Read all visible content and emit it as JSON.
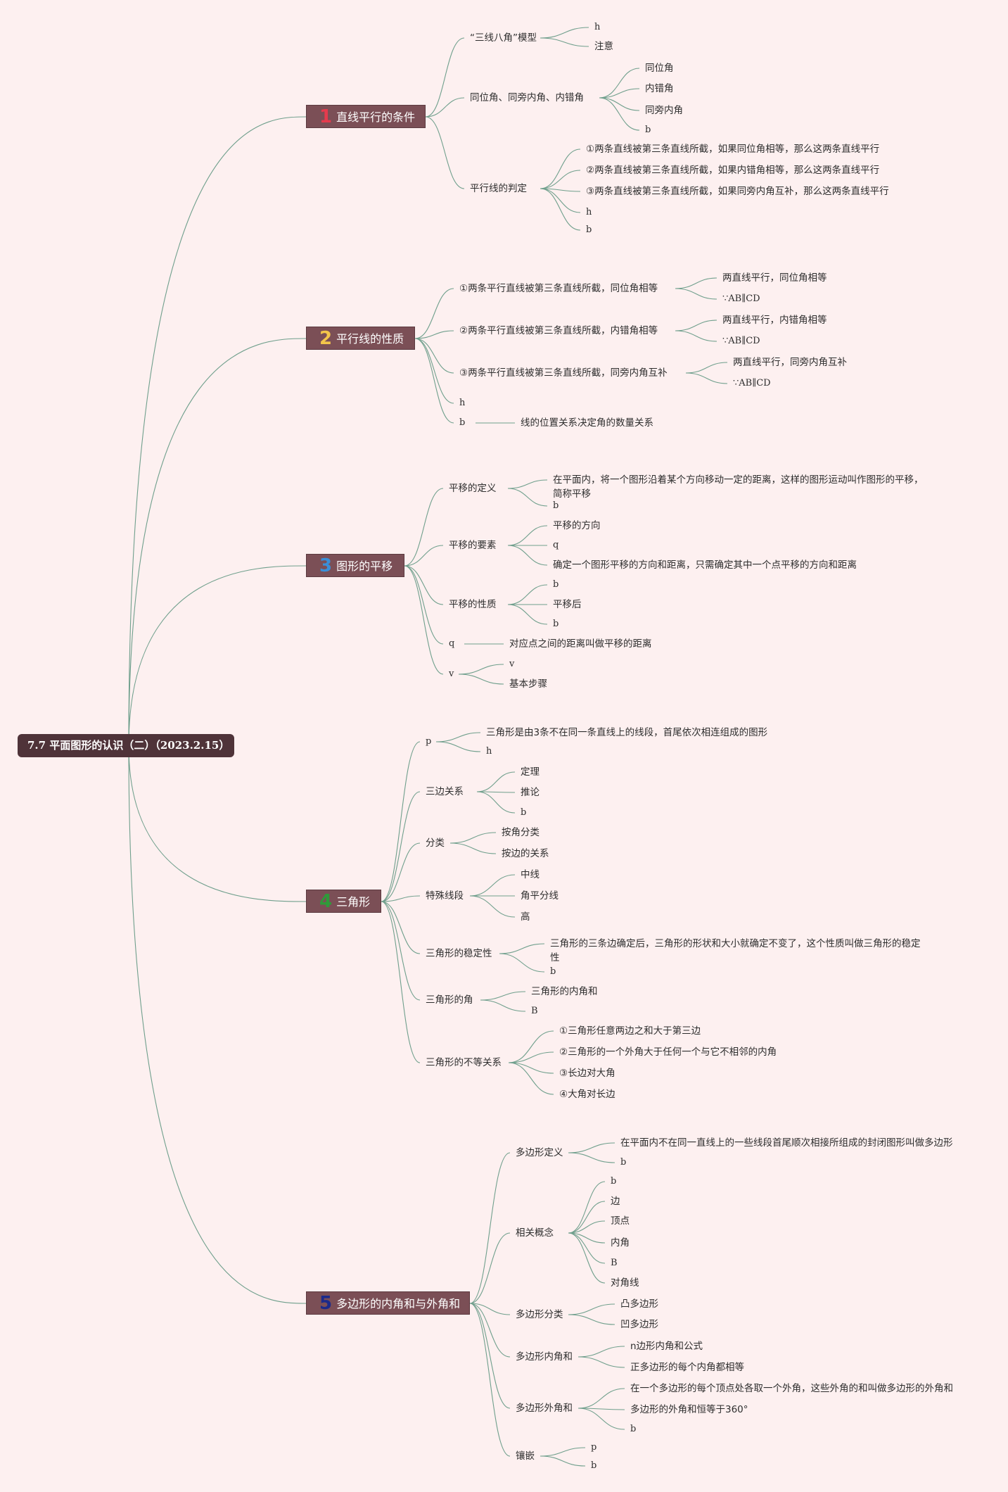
{
  "root": "7.7 平面图形的认识（二）（2023.2.15）",
  "colors": {
    "background": "#fdf0f0",
    "root": "#4f3339",
    "topic": "#7b4f56",
    "line": "#6f9f8c",
    "num1": "#e53b4d",
    "num2": "#f3c54a",
    "num3": "#3a8fd8",
    "num4": "#2f9a3a",
    "num5": "#1c2a8a"
  },
  "topics": [
    {
      "num": "1",
      "title": "直线平行的条件",
      "children": [
        {
          "text": "“三线八角”模型",
          "children": [
            "h",
            "注意"
          ]
        },
        {
          "text": "同位角、同旁内角、内错角",
          "children": [
            "同位角",
            "内错角",
            "同旁内角",
            "b"
          ]
        },
        {
          "text": "平行线的判定",
          "children": [
            "①两条直线被第三条直线所截，如果同位角相等，那么这两条直线平行",
            "②两条直线被第三条直线所截，如果内错角相等，那么这两条直线平行",
            "③两条直线被第三条直线所截，如果同旁内角互补，那么这两条直线平行",
            "h",
            "b"
          ]
        }
      ]
    },
    {
      "num": "2",
      "title": "平行线的性质",
      "children": [
        {
          "text": "①两条平行直线被第三条直线所截，同位角相等",
          "children": [
            "两直线平行，同位角相等",
            "∵AB∥CD"
          ]
        },
        {
          "text": "②两条平行直线被第三条直线所截，内错角相等",
          "children": [
            "两直线平行，内错角相等",
            "∵AB∥CD"
          ]
        },
        {
          "text": "③两条平行直线被第三条直线所截，同旁内角互补",
          "children": [
            "两直线平行，同旁内角互补",
            "∵AB∥CD"
          ]
        },
        {
          "text": "h",
          "children": []
        },
        {
          "text": "b",
          "children": [
            "线的位置关系决定角的数量关系"
          ]
        }
      ]
    },
    {
      "num": "3",
      "title": "图形的平移",
      "children": [
        {
          "text": "平移的定义",
          "children": [
            "在平面内，将一个图形沿着某个方向移动一定的距离，这样的图形运动叫作图形的平移，简称平移",
            "b"
          ]
        },
        {
          "text": "平移的要素",
          "children": [
            "平移的方向",
            "q",
            "确定一个图形平移的方向和距离，只需确定其中一个点平移的方向和距离"
          ]
        },
        {
          "text": "平移的性质",
          "children": [
            "b",
            "平移后",
            "b"
          ]
        },
        {
          "text": "q",
          "children": [
            "对应点之间的距离叫做平移的距离"
          ]
        },
        {
          "text": "v",
          "children": [
            "v",
            "基本步骤"
          ]
        }
      ]
    },
    {
      "num": "4",
      "title": "三角形",
      "children": [
        {
          "text": "p",
          "children": [
            "三角形是由3条不在同一条直线上的线段，首尾依次相连组成的图形",
            "h"
          ]
        },
        {
          "text": "三边关系",
          "children": [
            "定理",
            "推论",
            "b"
          ]
        },
        {
          "text": "分类",
          "children": [
            "按角分类",
            "按边的关系"
          ]
        },
        {
          "text": "特殊线段",
          "children": [
            "中线",
            "角平分线",
            "高"
          ]
        },
        {
          "text": "三角形的稳定性",
          "children": [
            "三角形的三条边确定后，三角形的形状和大小就确定不变了，这个性质叫做三角形的稳定性",
            "b"
          ]
        },
        {
          "text": "三角形的角",
          "children": [
            "三角形的内角和",
            "B"
          ]
        },
        {
          "text": "三角形的不等关系",
          "children": [
            "①三角形任意两边之和大于第三边",
            "②三角形的一个外角大于任何一个与它不相邻的内角",
            "③长边对大角",
            "④大角对长边"
          ]
        }
      ]
    },
    {
      "num": "5",
      "title": "多边形的内角和与外角和",
      "children": [
        {
          "text": "多边形定义",
          "children": [
            "在平面内不在同一直线上的一些线段首尾顺次相接所组成的封闭图形叫做多边形",
            "b"
          ]
        },
        {
          "text": "相关概念",
          "children": [
            "b",
            "边",
            "顶点",
            "内角",
            "B",
            "对角线"
          ]
        },
        {
          "text": "多边形分类",
          "children": [
            "凸多边形",
            "凹多边形"
          ]
        },
        {
          "text": "多边形内角和",
          "children": [
            "n边形内角和公式",
            "正多边形的每个内角都相等"
          ]
        },
        {
          "text": "多边形外角和",
          "children": [
            "在一个多边形的每个顶点处各取一个外角，这些外角的和叫做多边形的外角和",
            "多边形的外角和恒等于360°",
            "b"
          ]
        },
        {
          "text": "镶嵌",
          "children": [
            "p",
            "b"
          ]
        }
      ]
    }
  ]
}
